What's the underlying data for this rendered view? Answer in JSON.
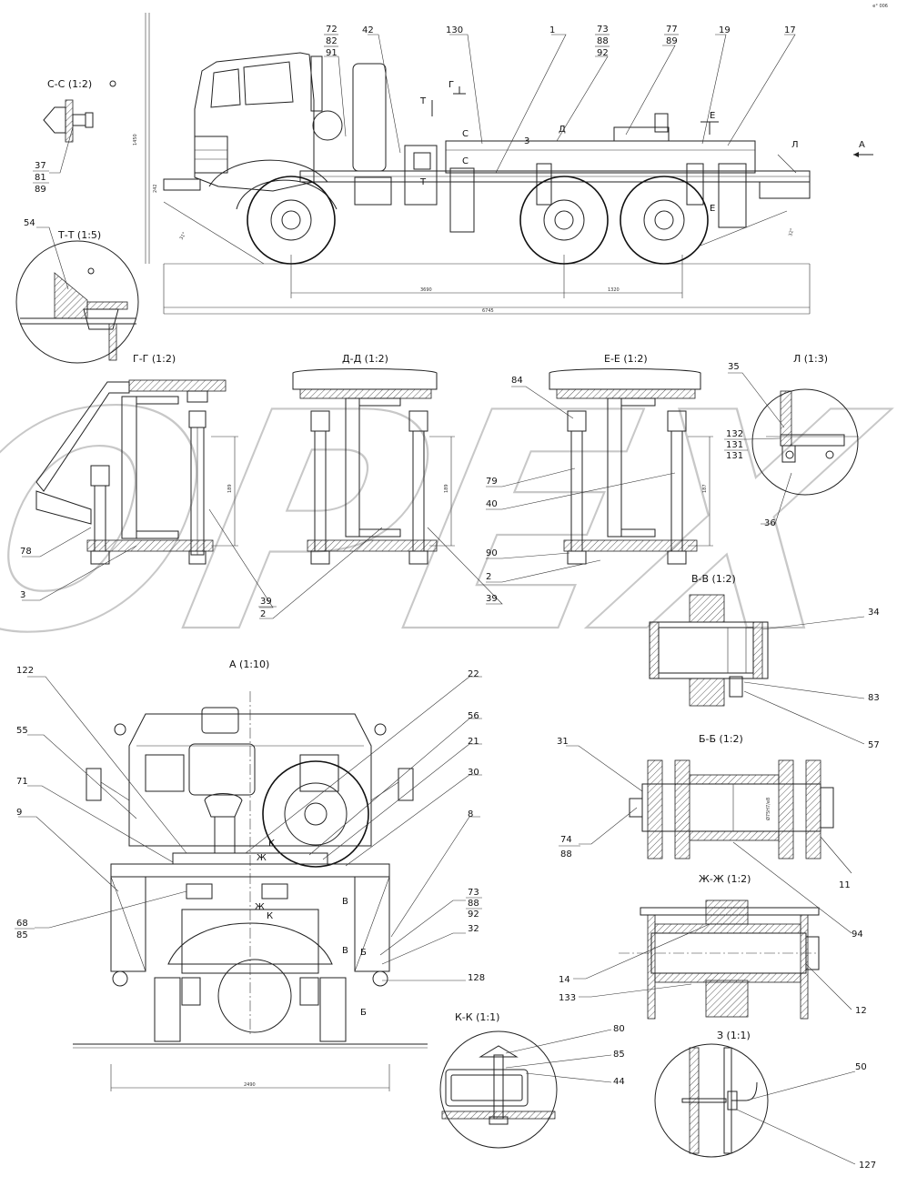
{
  "corner_mark": "e° 006",
  "watermark": "OPEX",
  "sections": {
    "cc": "С-С (1:2)",
    "tt": "Т-Т (1:5)",
    "gg": "Г-Г (1:2)",
    "dd": "Д-Д (1:2)",
    "ee": "Е-Е (1:2)",
    "ll": "Л (1:3)",
    "vv": "В-В (1:2)",
    "a": "А (1:10)",
    "bb": "Б-Б (1:2)",
    "zhzh": "Ж-Ж (1:2)",
    "kk": "К-К (1:1)",
    "z": "З (1:1)"
  },
  "dimensions": {
    "d1450": "1450",
    "d242": "242",
    "d3690": "3690",
    "d1320": "1320",
    "d6745": "6745",
    "d31": "31°",
    "d32": "32°",
    "d189a": "189",
    "d189b": "189",
    "d187": "187",
    "d2490": "2490",
    "dshaft": "Ø75Н7/е8"
  },
  "callouts": {
    "c37": "37",
    "c81": "81",
    "c89a": "89",
    "c54": "54",
    "c72": "72",
    "c82": "82",
    "c91": "91",
    "c42": "42",
    "c130": "130",
    "c1": "1",
    "c73a": "73",
    "c88a": "88",
    "c92a": "92",
    "c77": "77",
    "c89b": "89",
    "c19": "19",
    "c17": "17",
    "c3a": "3",
    "letter_g": "Г",
    "letter_t1": "Т",
    "letter_t2": "Т",
    "letter_s1": "С",
    "letter_s2": "С",
    "letter_d": "Д",
    "letter_e1": "Е",
    "letter_e2": "Е",
    "letter_l": "Л",
    "letter_a": "А",
    "c35": "35",
    "c132": "132",
    "c131a": "131",
    "c131b": "131",
    "c36": "36",
    "c84": "84",
    "c79": "79",
    "c40": "40",
    "c90": "90",
    "c2a": "2",
    "c39a": "39",
    "c78": "78",
    "c3b": "3",
    "c39b": "39",
    "c2b": "2",
    "c34": "34",
    "c83": "83",
    "c57": "57",
    "c122": "122",
    "c22": "22",
    "c55": "55",
    "c56": "56",
    "c21": "21",
    "c71": "71",
    "c30": "30",
    "c9": "9",
    "c8": "8",
    "c31": "31",
    "c74": "74",
    "c88b": "88",
    "c11": "11",
    "c94": "94",
    "c68": "68",
    "c85a": "85",
    "c73b": "73",
    "c88c": "88",
    "c92b": "92",
    "c32": "32",
    "c128": "128",
    "c14": "14",
    "c133": "133",
    "c12": "12",
    "c80": "80",
    "c85b": "85",
    "c44": "44",
    "c50": "50",
    "c127": "127",
    "letter_k1": "К",
    "letter_k2": "К",
    "letter_zh1": "Ж",
    "letter_zh2": "Ж",
    "letter_v1": "В",
    "letter_v2": "В",
    "letter_b1": "Б",
    "letter_b2": "Б"
  }
}
